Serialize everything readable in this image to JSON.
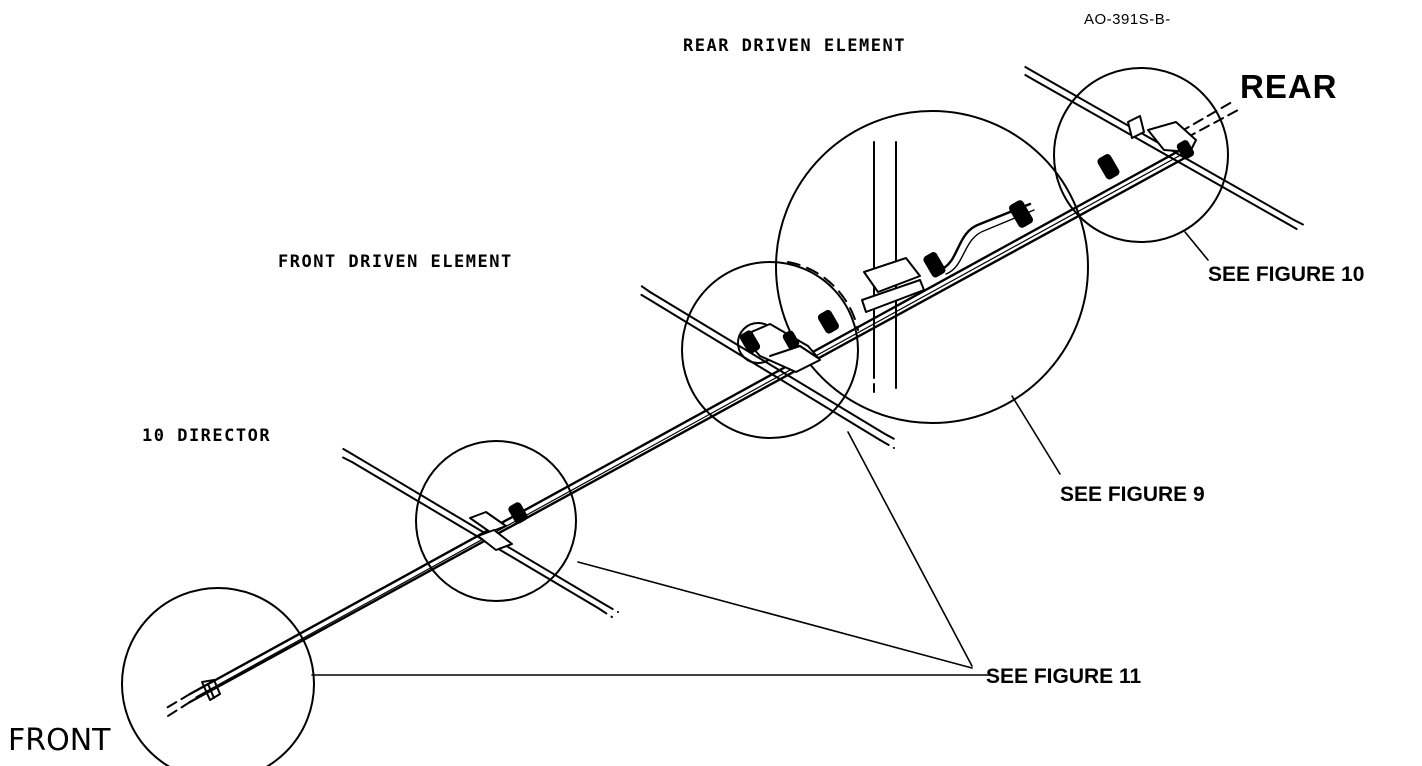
{
  "document_id": "AO-391S-B-",
  "labels": {
    "rear_driven_element": "REAR DRIVEN ELEMENT",
    "rear": "REAR",
    "front_driven_element": "FRONT DRIVEN ELEMENT",
    "director": "10 DIRECTOR",
    "front": "FRONT"
  },
  "callouts": {
    "figure_10": "SEE FIGURE 10",
    "figure_9": "SEE FIGURE 9",
    "figure_11": "SEE FIGURE 11"
  },
  "colors": {
    "ink": "#000000",
    "paper": "#ffffff"
  }
}
